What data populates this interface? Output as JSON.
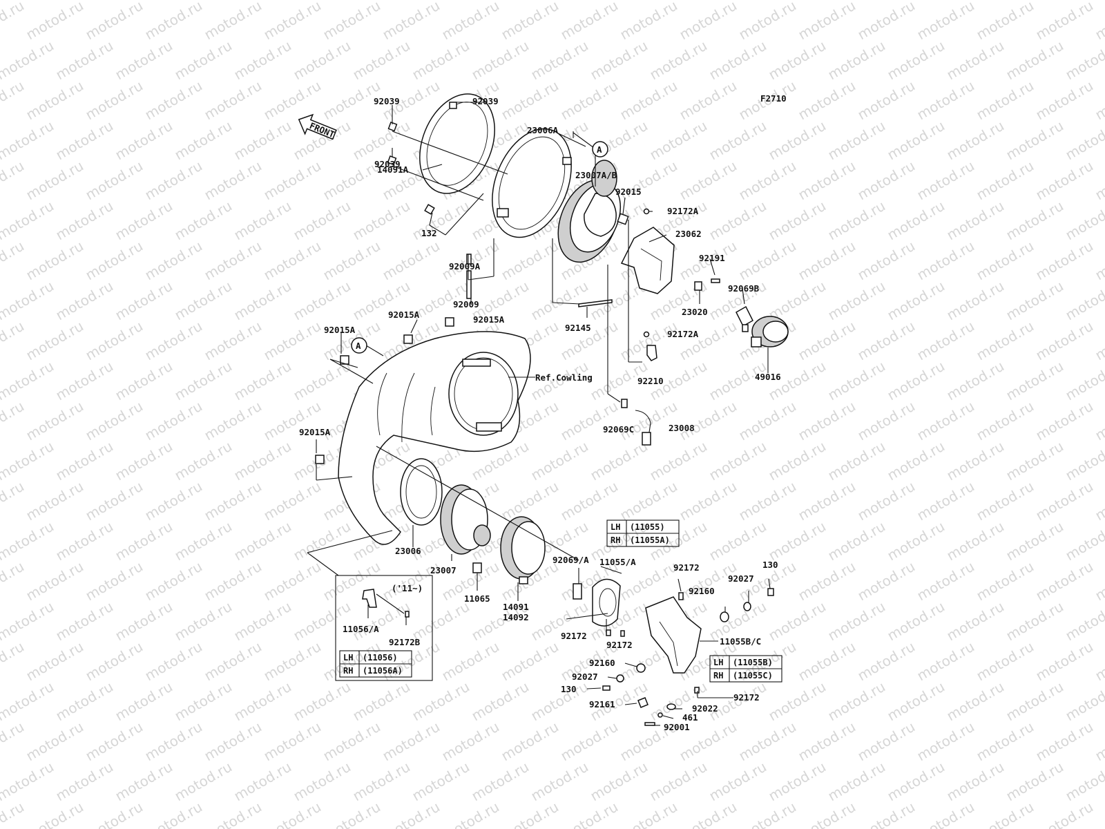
{
  "figure_code": "F2710",
  "watermark": "motod.ru",
  "direction_label": "FRONT",
  "circle_ref": "A",
  "ref_note": "Ref.Cowling",
  "year_note": "('11~)",
  "part_labels": {
    "p92039_a": "92039",
    "p92039_b": "92039",
    "p92039_c": "92039",
    "p14091A": "14091A",
    "p132": "132",
    "p23006A": "23006A",
    "p23007AB": "23007A/B",
    "p92015": "92015",
    "p92172A_a": "92172A",
    "p23062": "23062",
    "p92191": "92191",
    "p92009A": "92009A",
    "p92009": "92009",
    "p92069B": "92069B",
    "p23020": "23020",
    "p92145": "92145",
    "p92172A_b": "92172A",
    "p92015A_a": "92015A",
    "p92015A_b": "92015A",
    "p92015A_c": "92015A",
    "p92015A_d": "92015A",
    "p49016": "49016",
    "p92210": "92210",
    "p92069C": "92069C",
    "p23008": "23008",
    "p23006": "23006",
    "p23007": "23007",
    "p11065": "11065",
    "p14091": "14091",
    "p14092": "14092",
    "p92069A": "92069/A",
    "p11055A": "11055/A",
    "p92172_a": "92172",
    "p92027_a": "92027",
    "p130_a": "130",
    "p92160_a": "92160",
    "p11055BC": "11055B/C",
    "p92172_b": "92172",
    "p92172_c": "92172",
    "p92160_b": "92160",
    "p92027_b": "92027",
    "p130_b": "130",
    "p92161": "92161",
    "p92022": "92022",
    "p92172_d": "92172",
    "p461": "461",
    "p92001": "92001",
    "p11056A": "11056/A",
    "p92172B": "92172B"
  },
  "tables": {
    "t11055": {
      "rows": [
        {
          "side": "LH",
          "code": "(11055)"
        },
        {
          "side": "RH",
          "code": "(11055A)"
        }
      ]
    },
    "t11055BC": {
      "rows": [
        {
          "side": "LH",
          "code": "(11055B)"
        },
        {
          "side": "RH",
          "code": "(11055C)"
        }
      ]
    },
    "t11056": {
      "rows": [
        {
          "side": "LH",
          "code": "(11056)"
        },
        {
          "side": "RH",
          "code": "(11056A)"
        }
      ]
    }
  }
}
